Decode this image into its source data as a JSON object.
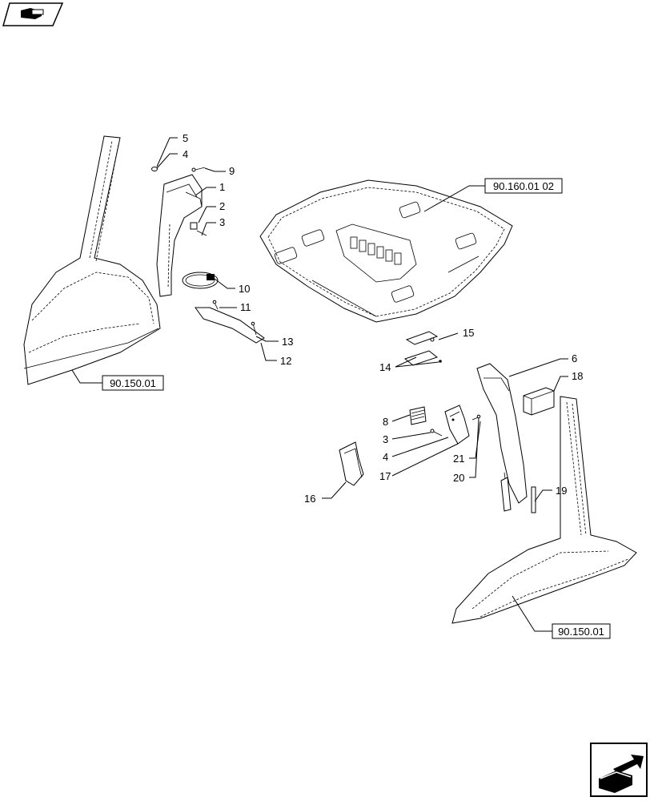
{
  "nav": {
    "top_icon": "book-arrow-icon",
    "bottom_icon": "next-page-arrow-icon"
  },
  "refs": {
    "headliner": "90.160.01 02",
    "left_fender": "90.150.01",
    "right_fender": "90.150.01"
  },
  "callouts": {
    "c1": "1",
    "c2": "2",
    "c3a": "3",
    "c3b": "3",
    "c4a": "4",
    "c4b": "4",
    "c5": "5",
    "c6": "6",
    "c8": "8",
    "c9": "9",
    "c10": "10",
    "c11": "11",
    "c12": "12",
    "c13": "13",
    "c14": "14",
    "c15": "15",
    "c16": "16",
    "c17": "17",
    "c18": "18",
    "c19": "19",
    "c20": "20",
    "c21": "21"
  }
}
